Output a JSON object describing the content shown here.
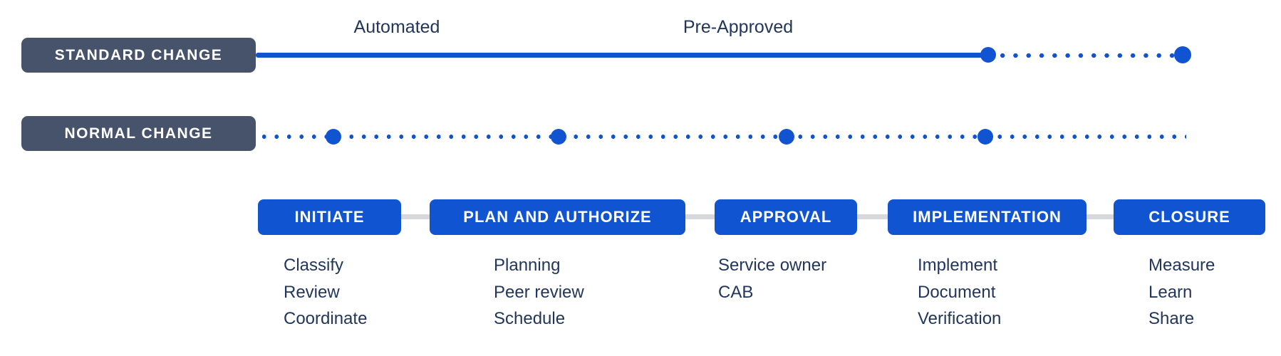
{
  "rows": {
    "standard": {
      "label": "STANDARD CHANGE",
      "annotations": {
        "automated": "Automated",
        "pre_approved": "Pre-Approved"
      }
    },
    "normal": {
      "label": "NORMAL CHANGE"
    }
  },
  "stages": [
    {
      "label": "INITIATE",
      "tasks": [
        "Classify",
        "Review",
        "Coordinate"
      ]
    },
    {
      "label": "PLAN AND AUTHORIZE",
      "tasks": [
        "Planning",
        "Peer review",
        "Schedule"
      ]
    },
    {
      "label": "APPROVAL",
      "tasks": [
        "Service owner",
        "CAB"
      ]
    },
    {
      "label": "IMPLEMENTATION",
      "tasks": [
        "Implement",
        "Document",
        "Verification"
      ]
    },
    {
      "label": "CLOSURE",
      "tasks": [
        "Measure",
        "Learn",
        "Share"
      ]
    }
  ],
  "colors": {
    "accent_blue": "#1154D2",
    "slate": "#47536B",
    "text_navy": "#22365C",
    "connector_gray": "#D6D8DC"
  }
}
